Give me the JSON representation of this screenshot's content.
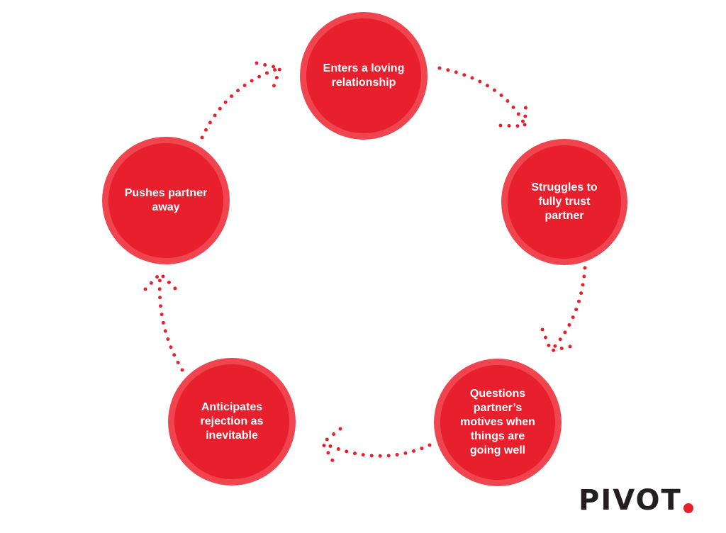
{
  "colors": {
    "accent": "#e81f2c",
    "text": "#ffffff",
    "logo": "#231f20"
  },
  "cycle": {
    "steps": [
      {
        "label": "Enters a loving relationship"
      },
      {
        "label": "Struggles to fully trust partner"
      },
      {
        "label": "Questions partner’s motives when things are going well"
      },
      {
        "label": "Anticipates rejection as inevitable"
      },
      {
        "label": "Pushes partner away"
      }
    ]
  },
  "logo": {
    "text": "PIVOT"
  }
}
